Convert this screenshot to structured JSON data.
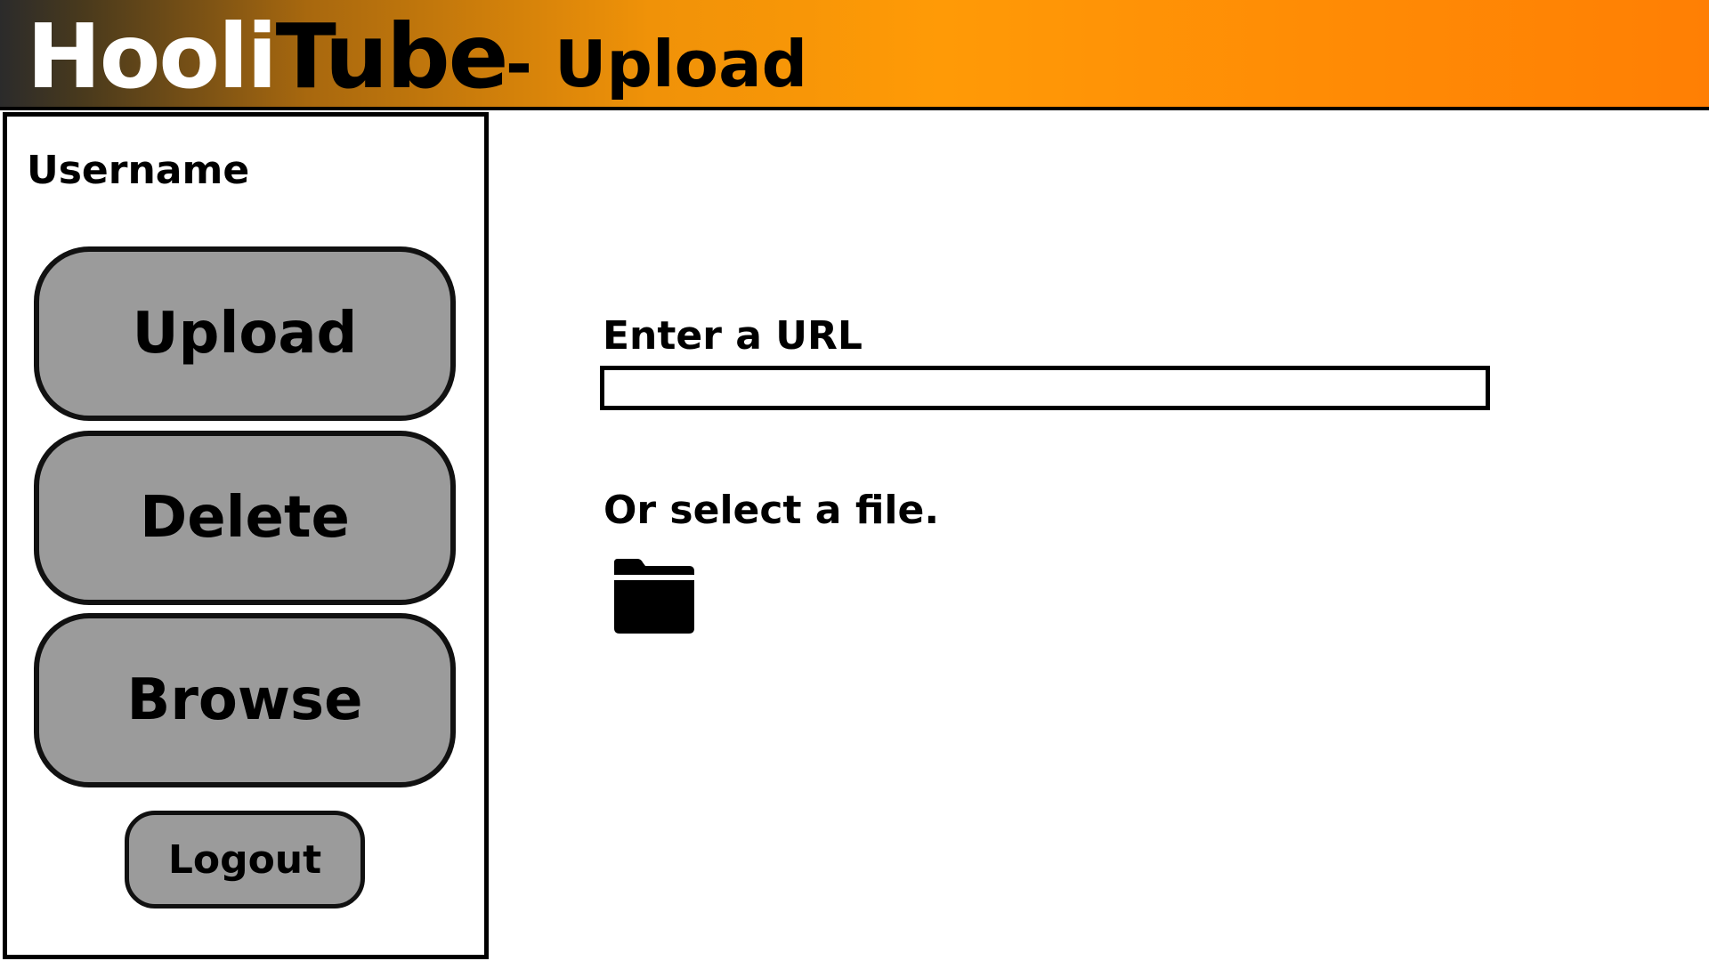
{
  "header": {
    "brand_part1": "Hooli",
    "brand_part2": "Tube",
    "page_title": "- Upload"
  },
  "sidebar": {
    "username": "Username",
    "items": [
      {
        "label": "Upload"
      },
      {
        "label": "Delete"
      },
      {
        "label": "Browse"
      }
    ],
    "logout_label": "Logout"
  },
  "main": {
    "url_label": "Enter a URL",
    "url_value": "",
    "file_label": "Or select a file.",
    "file_icon": "folder-icon"
  },
  "colors": {
    "header_gradient_start": "#2b2b2b",
    "header_gradient_end": "#ff7f04",
    "button_fill": "#9b9b9b",
    "border": "#000000"
  }
}
